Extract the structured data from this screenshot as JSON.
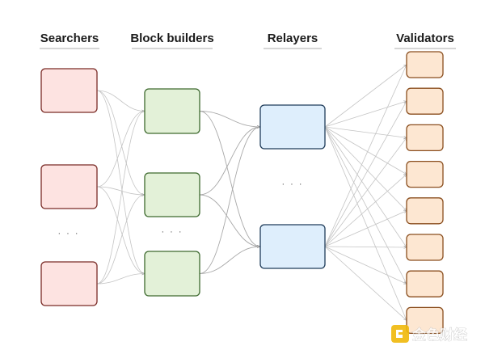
{
  "columns": {
    "searchers": "Searchers",
    "builders": "Block builders",
    "relayers": "Relayers",
    "validators": "Validators"
  },
  "ellipsis": "· · ·",
  "colors": {
    "searcher_fill": "#fde3e1",
    "searcher_stroke": "#7a2b26",
    "builder_fill": "#e3f1d8",
    "builder_stroke": "#3e6a2f",
    "relayer_fill": "#deeefc",
    "relayer_stroke": "#1f3c5a",
    "validator_fill": "#fde7d2",
    "validator_stroke": "#8a4e1e",
    "edge": "#c4c4c4",
    "watermark_logo": "#f0b90b"
  },
  "watermark": {
    "text": "金色财经",
    "icon": "golden-finance-logo-icon"
  }
}
